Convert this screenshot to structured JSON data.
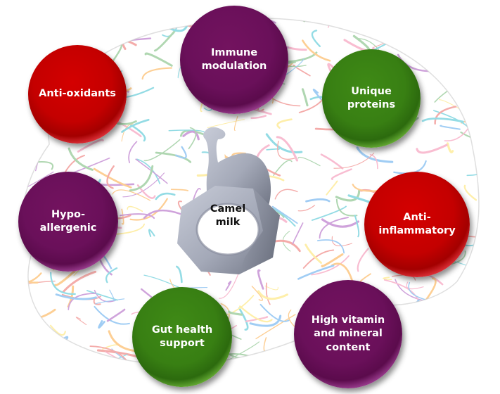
{
  "center": {
    "label": "Camel\nmilk"
  },
  "benefits": [
    {
      "id": "anti-oxidants",
      "label": "Anti-oxidants",
      "color": "#c00000"
    },
    {
      "id": "immune-modulation",
      "label": "Immune\nmodulation",
      "color": "#6a105a"
    },
    {
      "id": "unique-proteins",
      "label": "Unique\nproteins",
      "color": "#387f13"
    },
    {
      "id": "hypo-allergenic",
      "label": "Hypo-\nallergenic",
      "color": "#6a105a"
    },
    {
      "id": "anti-inflammatory",
      "label": "Anti-\ninflammatory",
      "color": "#c00000"
    },
    {
      "id": "gut-health-support",
      "label": "Gut health\nsupport",
      "color": "#387f13"
    },
    {
      "id": "vitamin-mineral",
      "label": "High vitamin\nand mineral\ncontent",
      "color": "#6a105a"
    }
  ],
  "background": {
    "icon": "brain-fiber-tract-icon"
  }
}
